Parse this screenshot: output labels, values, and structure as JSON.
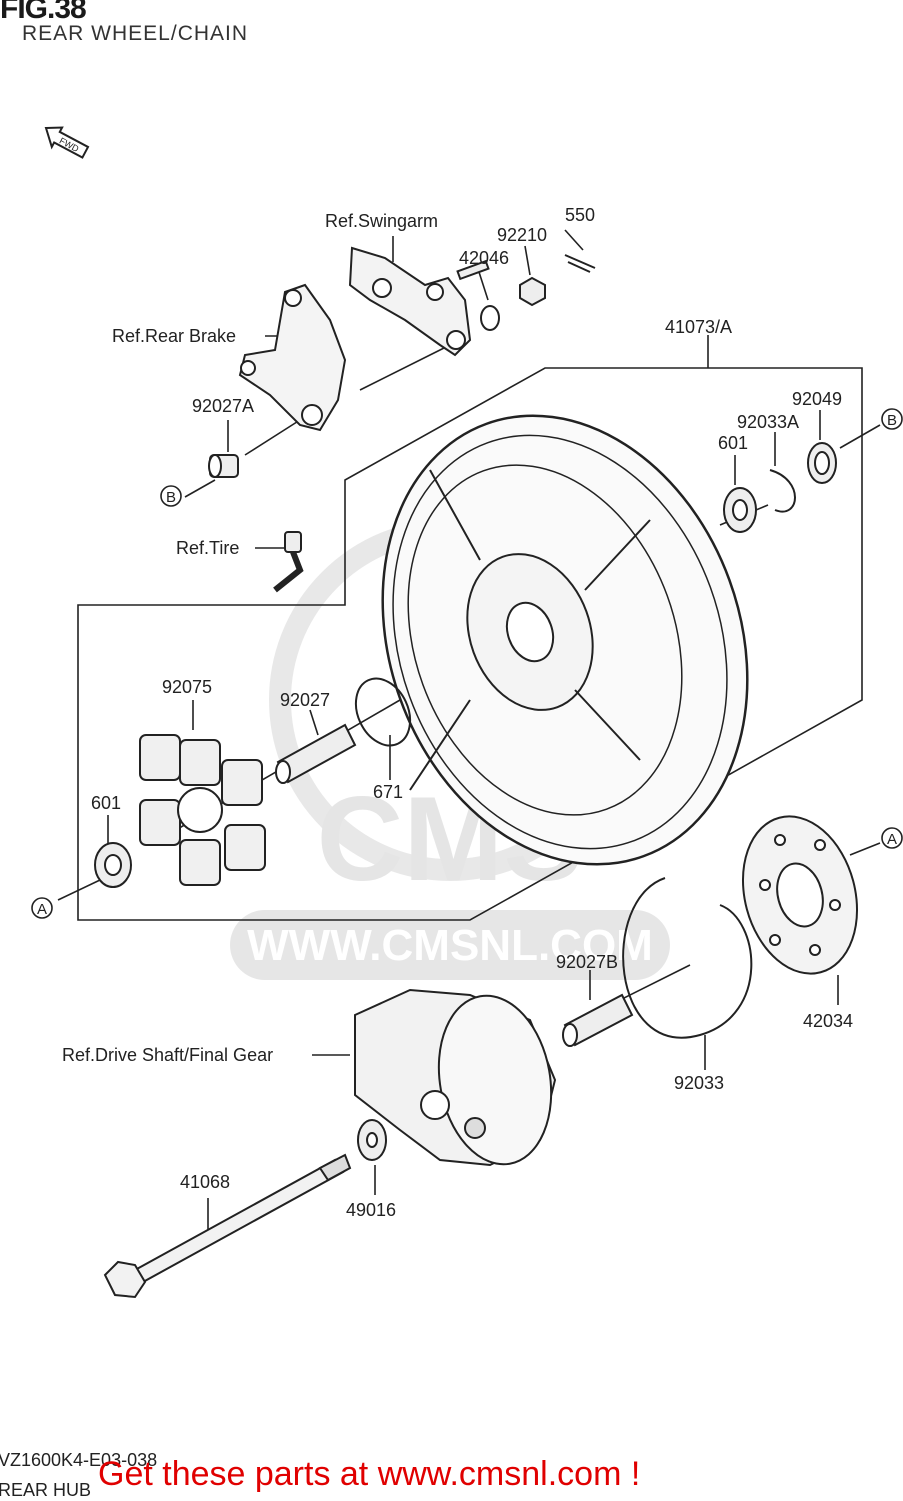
{
  "figure": {
    "title": "FIG.38",
    "subtitle": "REAR WHEEL/CHAIN",
    "direction_marker": "FWD"
  },
  "callouts": {
    "ref_swingarm": "Ref.Swingarm",
    "ref_rear_brake": "Ref.Rear Brake",
    "ref_tire": "Ref.Tire",
    "ref_drive_shaft": "Ref.Drive Shaft/Final Gear",
    "p550": "550",
    "p92210": "92210",
    "p42046": "42046",
    "p41073a": "41073/A",
    "p92049": "92049",
    "p92033a": "92033A",
    "p601_top": "601",
    "p92027a": "92027A",
    "p92075": "92075",
    "p92027": "92027",
    "p601_left": "601",
    "p671": "671",
    "p92027b": "92027B",
    "p42034": "42034",
    "p92033": "92033",
    "p41068": "41068",
    "p49016": "49016"
  },
  "ref_markers": {
    "a_left": "A",
    "a_right": "A",
    "b_left": "B",
    "b_right": "B"
  },
  "watermark": {
    "brand": "CMS",
    "url": "WWW.CMSNL.COM"
  },
  "footer": {
    "diagram_code": "VZ1600K4-E03-038",
    "section": "REAR HUB",
    "cta": "Get these parts at www.cmsnl.com !"
  }
}
